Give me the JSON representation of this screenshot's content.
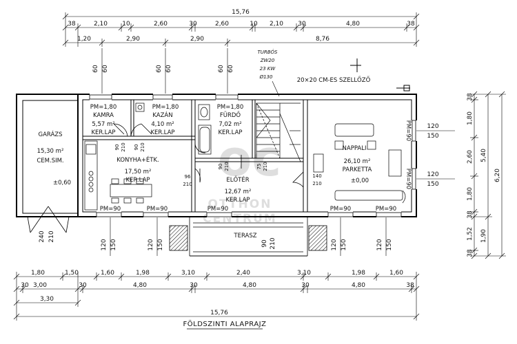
{
  "title": "FÖLDSZINTI ALAPRAJZ",
  "watermark": {
    "line1": "OTTHON",
    "line2": "CENTRUM"
  },
  "boiler": {
    "lines": [
      "TURBÓS",
      "ZW20",
      "23 KW",
      "Ø130"
    ]
  },
  "vent_label": "20×20 CM-ES SZELLŐZŐ",
  "rooms": [
    {
      "id": "garage",
      "lines": [
        "GARÁZS",
        "15,30 m²",
        "CEM.SIM."
      ]
    },
    {
      "id": "pantry",
      "lines": [
        "PM=1,80",
        "KAMRA",
        "5,57 m²",
        "KER.LAP"
      ]
    },
    {
      "id": "boiler-room",
      "lines": [
        "PM=1,80",
        "KAZÁN",
        "4,10 m²",
        "KER.LAP"
      ]
    },
    {
      "id": "bathroom",
      "lines": [
        "PM=1,80",
        "FÜRDŐ",
        "7,02 m²",
        "KER.LAP"
      ]
    },
    {
      "id": "kitchen",
      "lines": [
        "KONYHA+ÉTK.",
        "17,50 m²",
        "KER.LAP"
      ]
    },
    {
      "id": "hall",
      "lines": [
        "ELŐTÉR",
        "12,67 m²",
        "KER.LAP"
      ]
    },
    {
      "id": "living",
      "lines": [
        "NAPPALI",
        "26,10 m²",
        "PARKETTA"
      ]
    },
    {
      "id": "terrace",
      "lines": [
        "TERASZ"
      ]
    }
  ],
  "level_marks": [
    "±0,60",
    "±0,00"
  ],
  "window_labels": [
    "PM=90",
    "PM=90",
    "PM=90",
    "PM=90",
    "PM=90",
    "PM=90",
    "PM=90"
  ],
  "top_dims": {
    "overall": "15,76",
    "row2": [
      "38",
      "2,10",
      "10",
      "2,60",
      "30",
      "2,60",
      "10",
      "2,10",
      "30",
      "4,80",
      "38"
    ],
    "row3": [
      "1,20",
      "2,90",
      "2,90",
      "8,76"
    ]
  },
  "bottom_dims": {
    "row1": [
      "1,80",
      "1,50",
      "1,60",
      "1,98",
      "3,10",
      "2,40",
      "3,10",
      "1,98",
      "1,60"
    ],
    "row2": [
      "30",
      "3,00",
      "30",
      "4,80",
      "30",
      "4,80",
      "30",
      "4,80",
      "38"
    ],
    "row3": "3,30",
    "overall": "15,76"
  },
  "right_dims": {
    "row1": [
      "38",
      "1,80",
      "2,60",
      "1,80",
      "38",
      "1,52",
      "38"
    ],
    "row2": [
      "5,40",
      "1,90"
    ],
    "overall": "6,20"
  },
  "opening_dims": {
    "top": [
      "60",
      "60",
      "60",
      "60",
      "60",
      "60"
    ],
    "right": [
      "120",
      "150",
      "120",
      "150"
    ],
    "bottom": [
      "120",
      "150",
      "120",
      "150",
      "90",
      "210",
      "120",
      "150",
      "120",
      "150",
      "240",
      "210"
    ],
    "doors": [
      "90",
      "210",
      "90",
      "210",
      "96",
      "210",
      "90",
      "210",
      "75",
      "210",
      "140",
      "210"
    ]
  }
}
